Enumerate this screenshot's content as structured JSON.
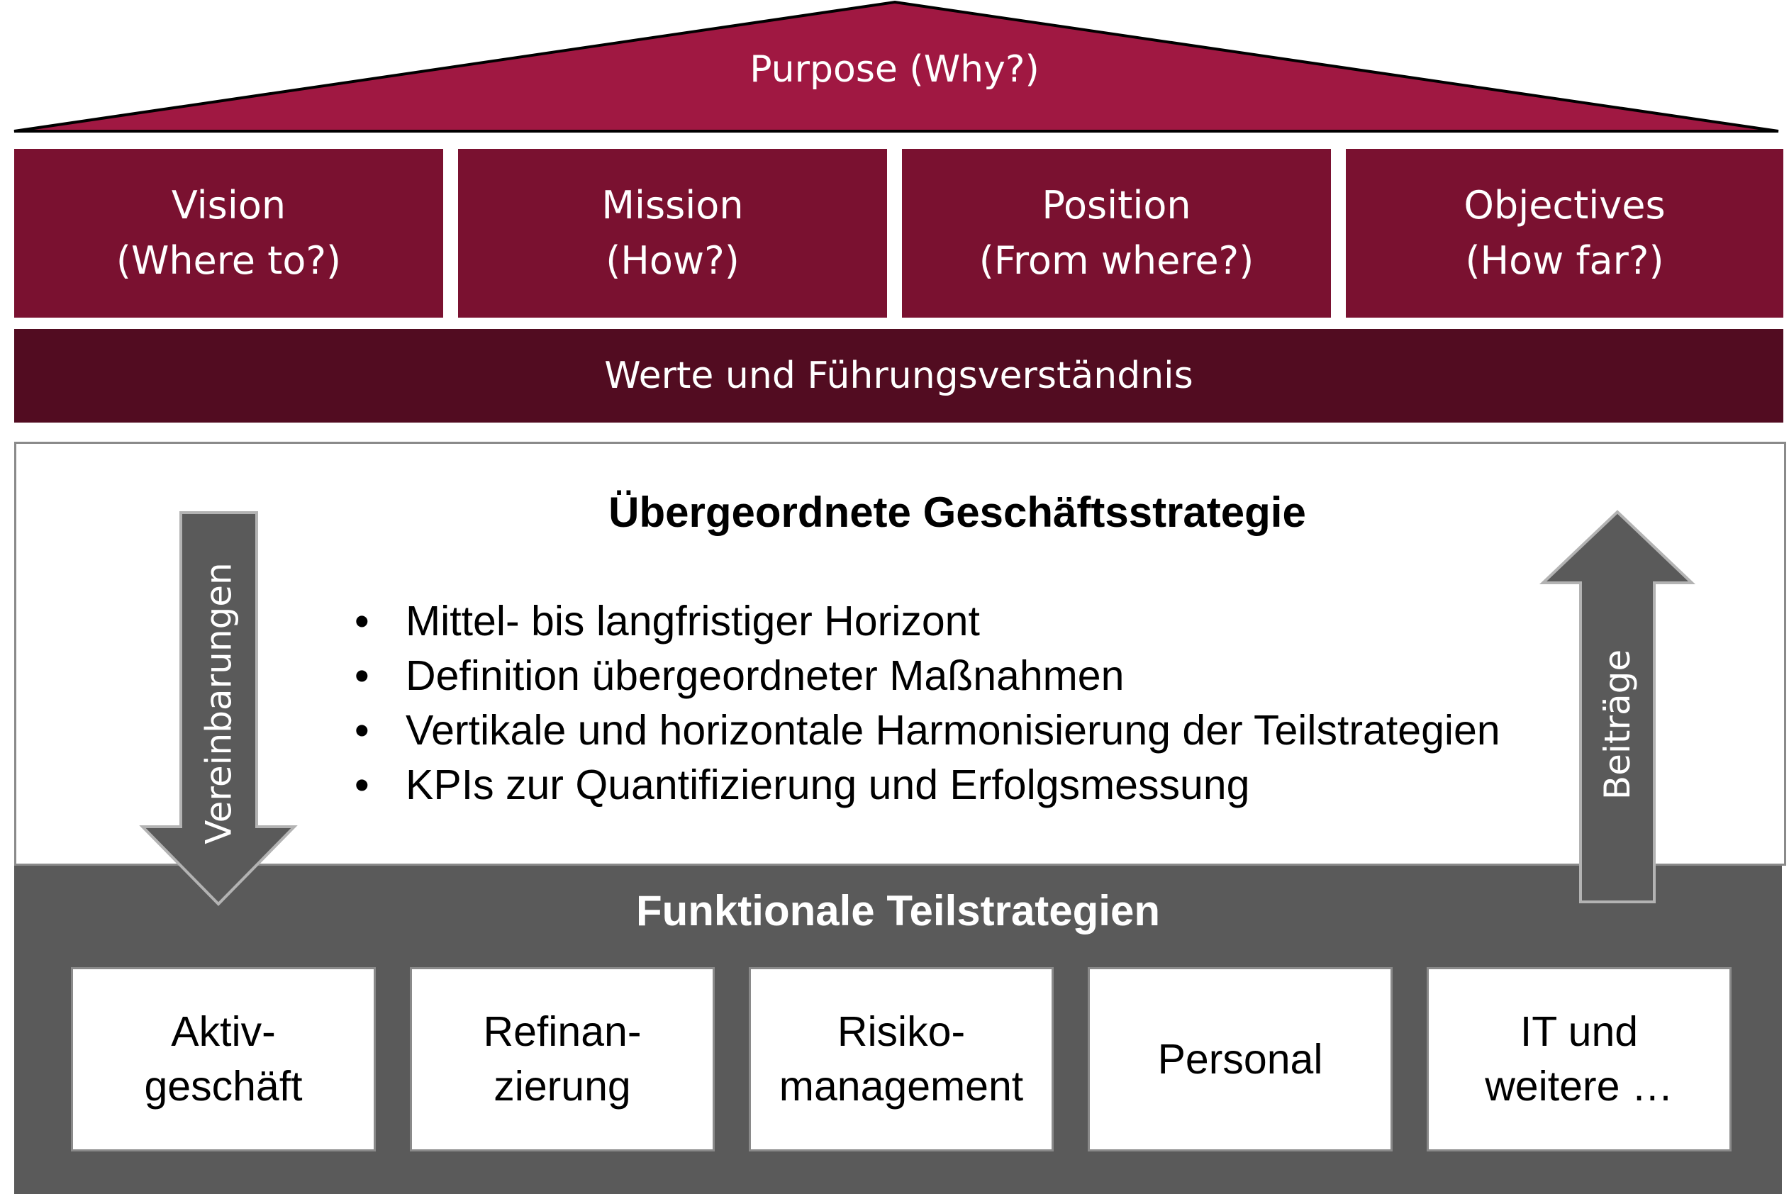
{
  "roof": {
    "label": "Purpose (Why?)"
  },
  "pillars": [
    {
      "title": "Vision",
      "sub": "(Where to?)"
    },
    {
      "title": "Mission",
      "sub": "(How?)"
    },
    {
      "title": "Position",
      "sub": "(From where?)"
    },
    {
      "title": "Objectives",
      "sub": "(How far?)"
    }
  ],
  "values_band": {
    "label": "Werte und Führungsverständnis"
  },
  "strategy": {
    "title": "Übergeordnete Geschäftsstrategie",
    "bullets": [
      "Mittel- bis langfristiger Horizont",
      "Definition übergeordneter Maßnahmen",
      "Vertikale und horizontale Harmonisierung der Teilstrategien",
      "KPIs zur Quantifizierung und Erfolgsmessung"
    ]
  },
  "arrows": {
    "down_label": "Vereinbarungen",
    "up_label": "Beiträge"
  },
  "functional": {
    "title": "Funktionale Teilstrategien",
    "boxes": [
      {
        "line1": "Aktiv-",
        "line2": "geschäft"
      },
      {
        "line1": "Refinan-",
        "line2": "zierung"
      },
      {
        "line1": "Risiko-",
        "line2": "management"
      },
      {
        "line1": "Personal",
        "line2": ""
      },
      {
        "line1": "IT und",
        "line2": "weitere …"
      }
    ]
  },
  "colors": {
    "roof": "#a01842",
    "pillar": "#7a1130",
    "values": "#520c21",
    "functional": "#5a5a5a",
    "arrow": "#5a5a5a"
  }
}
